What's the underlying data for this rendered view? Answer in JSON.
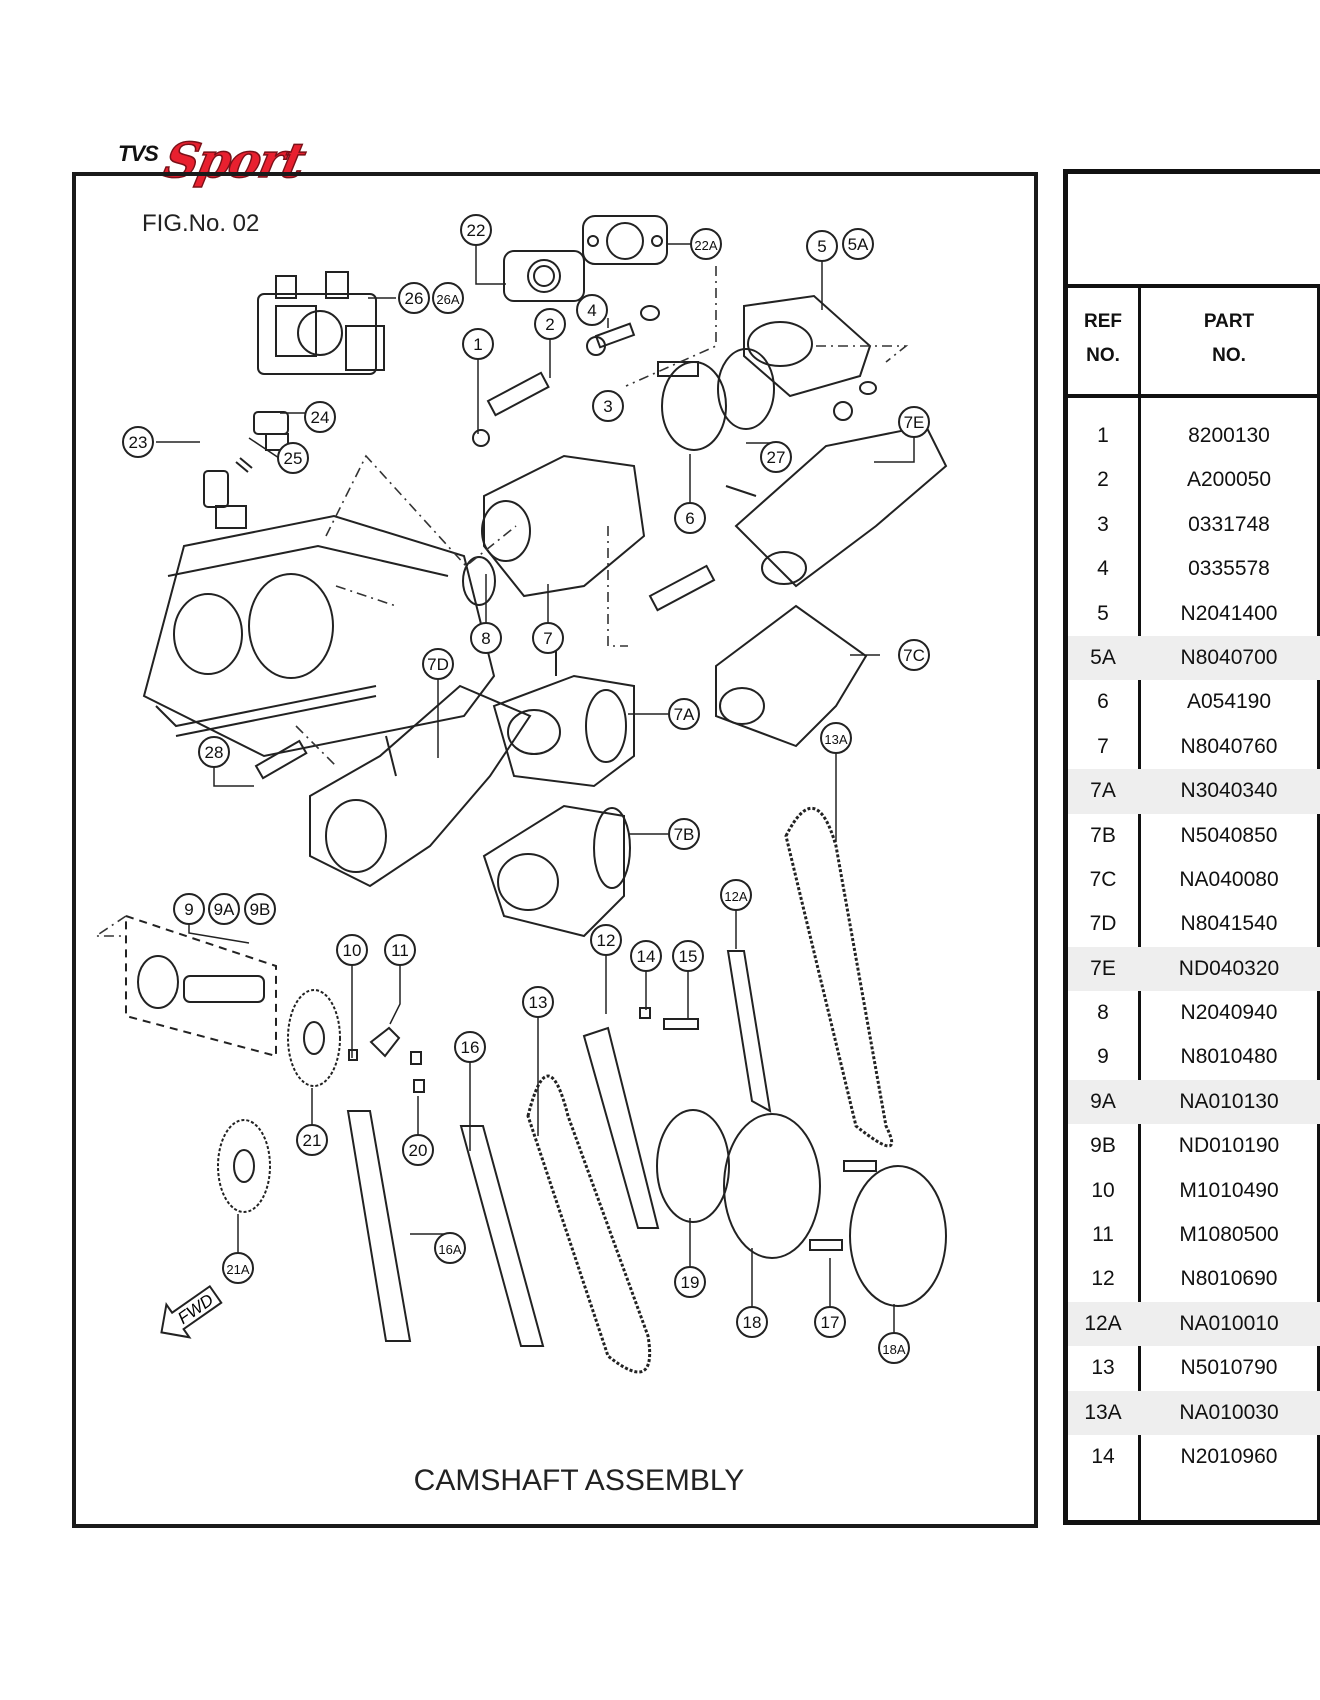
{
  "logo": {
    "brand": "TVS",
    "model": "Sport"
  },
  "figure": {
    "fig_no": "FIG.No. 02",
    "title": "CAMSHAFT ASSEMBLY",
    "fwd_label": "FWD",
    "callouts": [
      "22",
      "22A",
      "5",
      "5A",
      "26",
      "26A",
      "1",
      "2",
      "4",
      "3",
      "24",
      "23",
      "25",
      "6",
      "27",
      "7E",
      "8",
      "7",
      "7D",
      "7C",
      "7A",
      "28",
      "13A",
      "7B",
      "9",
      "9A",
      "9B",
      "12A",
      "10",
      "11",
      "12",
      "14",
      "15",
      "13",
      "16",
      "21",
      "20",
      "16A",
      "19",
      "21A",
      "18",
      "17",
      "18A"
    ]
  },
  "table": {
    "col_ref": [
      "REF",
      "NO."
    ],
    "col_part": [
      "PART",
      "NO."
    ],
    "rows": [
      {
        "ref": "1",
        "part": "8200130"
      },
      {
        "ref": "2",
        "part": "A200050"
      },
      {
        "ref": "3",
        "part": "0331748"
      },
      {
        "ref": "4",
        "part": "0335578"
      },
      {
        "ref": "5",
        "part": "N2041400"
      },
      {
        "ref": "5A",
        "part": "N8040700"
      },
      {
        "ref": "6",
        "part": "A054190"
      },
      {
        "ref": "7",
        "part": "N8040760"
      },
      {
        "ref": "7A",
        "part": "N3040340"
      },
      {
        "ref": "7B",
        "part": "N5040850"
      },
      {
        "ref": "7C",
        "part": "NA040080"
      },
      {
        "ref": "7D",
        "part": "N8041540"
      },
      {
        "ref": "7E",
        "part": "ND040320"
      },
      {
        "ref": "8",
        "part": "N2040940"
      },
      {
        "ref": "9",
        "part": "N8010480"
      },
      {
        "ref": "9A",
        "part": "NA010130"
      },
      {
        "ref": "9B",
        "part": "ND010190"
      },
      {
        "ref": "10",
        "part": "M1010490"
      },
      {
        "ref": "11",
        "part": "M1080500"
      },
      {
        "ref": "12",
        "part": "N8010690"
      },
      {
        "ref": "12A",
        "part": "NA010010"
      },
      {
        "ref": "13",
        "part": "N5010790"
      },
      {
        "ref": "13A",
        "part": "NA010030"
      },
      {
        "ref": "14",
        "part": "N2010960"
      }
    ]
  }
}
